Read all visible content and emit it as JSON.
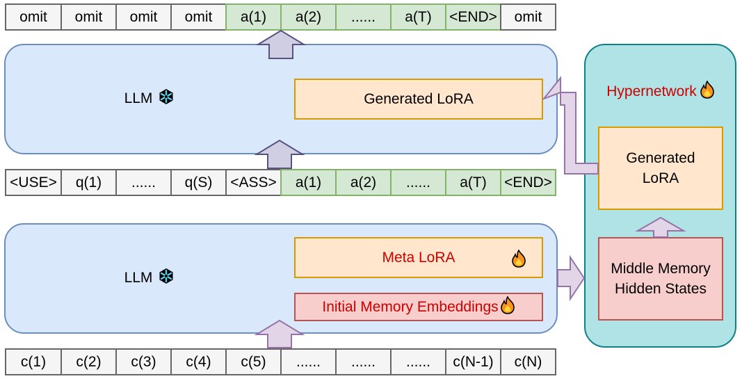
{
  "top_tokens": [
    {
      "label": "omit",
      "kind": "omit"
    },
    {
      "label": "omit",
      "kind": "omit"
    },
    {
      "label": "omit",
      "kind": "omit"
    },
    {
      "label": "omit",
      "kind": "omit"
    },
    {
      "label": "a(1)",
      "kind": "answer"
    },
    {
      "label": "a(2)",
      "kind": "answer"
    },
    {
      "label": "......",
      "kind": "answer"
    },
    {
      "label": "a(T)",
      "kind": "answer"
    },
    {
      "label": "<END>",
      "kind": "answer"
    },
    {
      "label": "omit",
      "kind": "omit"
    }
  ],
  "middle_tokens": [
    {
      "label": "<USE>",
      "kind": "prompt"
    },
    {
      "label": "q(1)",
      "kind": "prompt"
    },
    {
      "label": "......",
      "kind": "prompt"
    },
    {
      "label": "q(S)",
      "kind": "prompt"
    },
    {
      "label": "<ASS>",
      "kind": "prompt"
    },
    {
      "label": "a(1)",
      "kind": "answer"
    },
    {
      "label": "a(2)",
      "kind": "answer"
    },
    {
      "label": "......",
      "kind": "answer"
    },
    {
      "label": "a(T)",
      "kind": "answer"
    },
    {
      "label": "<END>",
      "kind": "answer"
    }
  ],
  "bottom_tokens": [
    {
      "label": "c(1)"
    },
    {
      "label": "c(2)"
    },
    {
      "label": "c(3)"
    },
    {
      "label": "c(4)"
    },
    {
      "label": "c(5)"
    },
    {
      "label": "......"
    },
    {
      "label": "......"
    },
    {
      "label": "......"
    },
    {
      "label": "c(N-1)"
    },
    {
      "label": "c(N)"
    }
  ],
  "upper_llm": {
    "label": "LLM",
    "icon": "snowflake-icon",
    "generated_lora_label": "Generated LoRA"
  },
  "lower_llm": {
    "label": "LLM",
    "icon": "snowflake-icon",
    "meta_lora_label": "Meta LoRA",
    "initial_memory_label": "Initial Memory Embeddings"
  },
  "hypernetwork": {
    "title": "Hypernetwork",
    "generated_lora_label": "Generated\nLoRA",
    "middle_memory_label": "Middle Memory\nHidden States"
  },
  "icons": {
    "frozen": "snowflake-icon",
    "trainable": "fire-icon"
  },
  "colors": {
    "llm_fill": "#dae8fc",
    "llm_stroke": "#6c8ebf",
    "lora_fill": "#ffe6cc",
    "lora_stroke": "#d79b00",
    "memory_fill": "#f8cecc",
    "memory_stroke": "#b85450",
    "hyper_fill": "#b0e3e6",
    "hyper_stroke": "#0e8088",
    "answer_fill": "#d5e8d4",
    "answer_stroke": "#82b366",
    "token_fill": "#f5f5f5",
    "token_stroke": "#666666",
    "trainable_text": "#cc0000",
    "arrow_fill_dark": "#d0cee2",
    "arrow_stroke_dark": "#56517e",
    "arrow_fill_light": "#e1d5e7",
    "arrow_stroke_light": "#9673a6"
  }
}
